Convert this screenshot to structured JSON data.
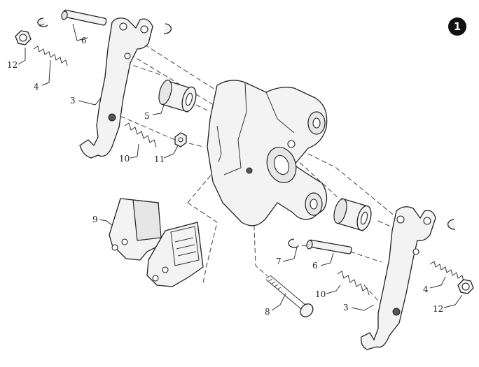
{
  "diagram": {
    "badge": "1",
    "labels": {
      "p12_left": "12",
      "p4_left": "4",
      "p3_left": "3",
      "p6_top": "6",
      "p5": "5",
      "p10_left": "10",
      "p11": "11",
      "p9": "9",
      "p7": "7",
      "p6_right": "6",
      "p10_right": "10",
      "p8": "8",
      "p3_right": "3",
      "p4_right": "4",
      "p12_right": "12"
    }
  }
}
